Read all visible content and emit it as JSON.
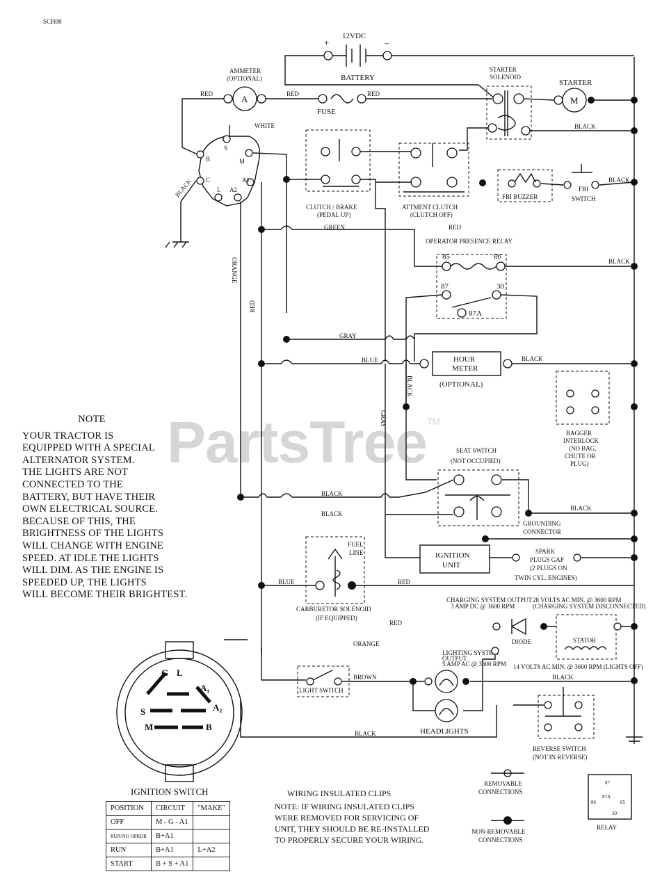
{
  "header": {
    "code": "SCH08"
  },
  "watermark": {
    "text": "PartsTree",
    "tm": "TM"
  },
  "battery": {
    "label": "BATTERY",
    "voltage": "12VDC",
    "plus": "+",
    "minus": "–"
  },
  "components": {
    "ammeter": [
      "AMMETER",
      "(OPTIONAL)"
    ],
    "ammeter_symbol": "A",
    "fuse": "FUSE",
    "starter_solenoid": [
      "STARTER",
      "SOLENOID"
    ],
    "starter": "STARTER",
    "starter_symbol": "M",
    "clutch_brake": [
      "CLUTCH / BRAKE",
      "(PEDAL UP)"
    ],
    "attment_clutch": [
      "ATTMENT CLUTCH",
      "(CLUTCH OFF)"
    ],
    "fbi_buzzer": "FBI BUZZER",
    "fbi_switch": [
      "FBI",
      "SWITCH"
    ],
    "operator_relay": "OPERATOR PRESENCE RELAY",
    "relay_pins": {
      "p85": "85",
      "p86": "86",
      "p87": "87",
      "p30": "30",
      "p87a": "87A"
    },
    "hour_meter": [
      "HOUR",
      "METER"
    ],
    "hour_meter_opt": "(OPTIONAL)",
    "bagger": [
      "BAGGER",
      "INTERLOCK",
      "(NO BAG,",
      "CHUTE OR",
      "PLUG)"
    ],
    "seat_switch": [
      "SEAT SWITCH",
      "(NOT OCCUPIED)"
    ],
    "grounding": [
      "GROUNDING",
      "CONNECTOR"
    ],
    "ignition_unit": [
      "IGNITION",
      "UNIT"
    ],
    "spark_plugs": [
      "SPARK",
      "PLUGS GAP",
      "(2 PLUGS ON",
      "TWIN CYL. ENGINES)"
    ],
    "fuel_line": [
      "FUEL",
      "LINE"
    ],
    "carb_solenoid": [
      "CARBURETOR SOLENOID",
      "(IF EQUIPPED)"
    ],
    "charging_output": [
      "CHARGING SYSTEM OUTPUT",
      "3 AMP DC @ 3600 RPM"
    ],
    "ac_output": [
      "28 VOLTS AC MIN. @ 3600 RPM",
      "(CHARGING SYSTEM DISCONNECTED)"
    ],
    "diode": "DIODE",
    "stator": "STATOR",
    "lighting_output": [
      "LIGHTING SYSTEM",
      "OUTPUT",
      "5 AMP AC @ 3600 RPM"
    ],
    "volts_14": "14 VOLTS AC MIN. @ 3600 RPM (LIGHTS OFF)",
    "light_switch": "LIGHT SWITCH",
    "headlights": "HEADLIGHTS",
    "reverse_switch": [
      "REVERSE SWITCH",
      "(NOT IN REVERSE)"
    ],
    "removable": [
      "REMOVABLE",
      "CONNECTIONS"
    ],
    "nonremovable": [
      "NON-REMOVABLE",
      "CONNECTIONS"
    ],
    "relay": "RELAY",
    "relay_icon": {
      "p87": "87",
      "p87a": "87A",
      "p30": "30",
      "p85": "85",
      "p86": "86"
    },
    "ign_switch_title": "IGNITION SWITCH",
    "ign_terms": {
      "g": "G",
      "l": "L",
      "a1": "A₁",
      "a2": "A₂",
      "s": "S",
      "m": "M",
      "b": "B"
    },
    "switch_terms": {
      "b": "B",
      "s": "S",
      "m": "M",
      "a1": "A1",
      "c": "C",
      "l": "L",
      "a2": "A2"
    }
  },
  "wires": {
    "red": "RED",
    "black": "BLACK",
    "green": "GREEN",
    "gray": "GRAY",
    "blue": "BLUE",
    "orange": "ORANGE",
    "brown": "BROWN",
    "white": "WHITE"
  },
  "note": {
    "heading": "NOTE",
    "lines": [
      "YOUR TRACTOR IS",
      "EQUIPPED WITH A SPECIAL",
      "ALTERNATOR SYSTEM.",
      "THE LIGHTS ARE NOT",
      "CONNECTED TO THE",
      "BATTERY, BUT HAVE THEIR",
      "OWN ELECTRICAL SOURCE.",
      "BECAUSE OF THIS, THE",
      "BRIGHTNESS OF THE LIGHTS",
      "WILL CHANGE WITH ENGINE",
      "SPEED.  AT IDLE THE LIGHTS",
      "WILL DIM.  AS THE ENGINE IS",
      "SPEEDED UP, THE LIGHTS",
      "WILL BECOME THEIR BRIGHTEST."
    ]
  },
  "ignition_table": {
    "headers": [
      "POSITION",
      "CIRCUIT",
      "\"MAKE\""
    ],
    "rows": [
      [
        "OFF",
        "M - G - A1",
        ""
      ],
      [
        "RUN/NO OPRDR",
        "B+A1",
        ""
      ],
      [
        "RUN",
        "B+A1",
        "L+A2"
      ],
      [
        "START",
        "B + S + A1",
        ""
      ]
    ]
  },
  "clips_note": {
    "title": "WIRING INSULATED CLIPS",
    "lines": [
      "NOTE:  IF WIRING INSULATED CLIPS",
      "WERE REMOVED FOR SERVICING OF",
      " UNIT, THEY SHOULD BE RE-INSTALLED",
      "TO PROPERLY SECURE YOUR WIRING."
    ]
  }
}
